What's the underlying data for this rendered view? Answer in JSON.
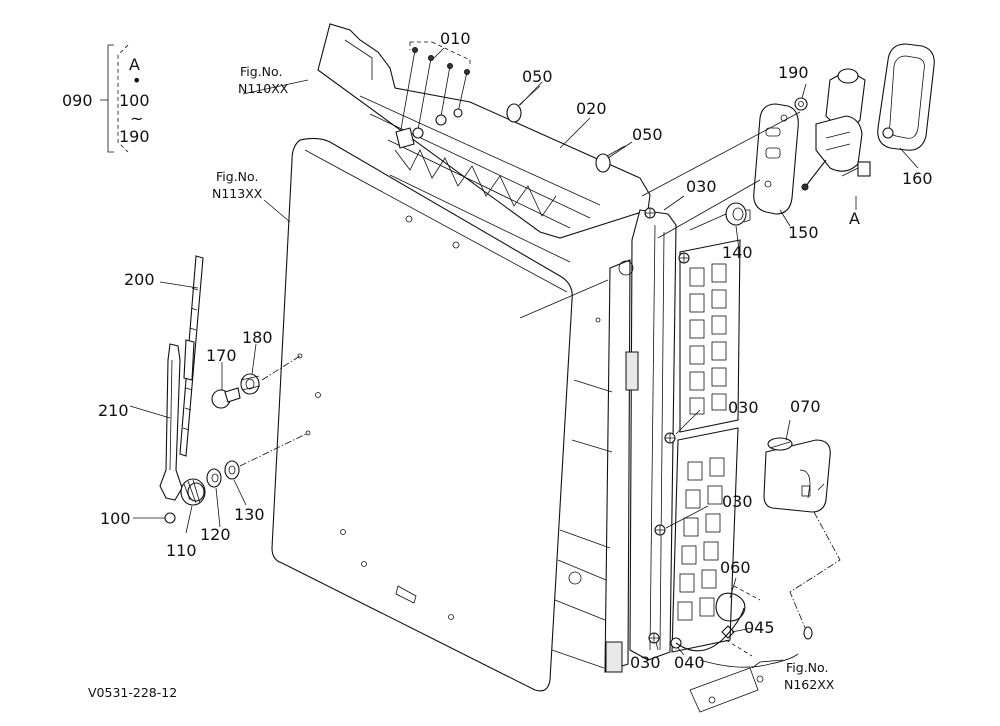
{
  "diagram": {
    "code": "V0531-228-12",
    "group_label": {
      "number": "090",
      "lines": [
        "A",
        "•",
        "100",
        "~",
        "190"
      ]
    },
    "fig_refs": [
      {
        "fig": "Fig.No.",
        "num": "N110XX"
      },
      {
        "fig": "Fig.No.",
        "num": "N113XX"
      },
      {
        "fig": "Fig.No.",
        "num": "N162XX"
      }
    ],
    "callouts": {
      "p010": "010",
      "p020": "020",
      "p030a": "030",
      "p030b": "030",
      "p030c": "030",
      "p030d": "030",
      "p040": "040",
      "p045": "045",
      "p050a": "050",
      "p050b": "050",
      "p060": "060",
      "p070": "070",
      "p100": "100",
      "p110": "110",
      "p120": "120",
      "p130": "130",
      "p140": "140",
      "p150": "150",
      "p160": "160",
      "p170": "170",
      "p180": "180",
      "p190": "190",
      "p200": "200",
      "p210": "210",
      "ref_a": "A"
    }
  }
}
